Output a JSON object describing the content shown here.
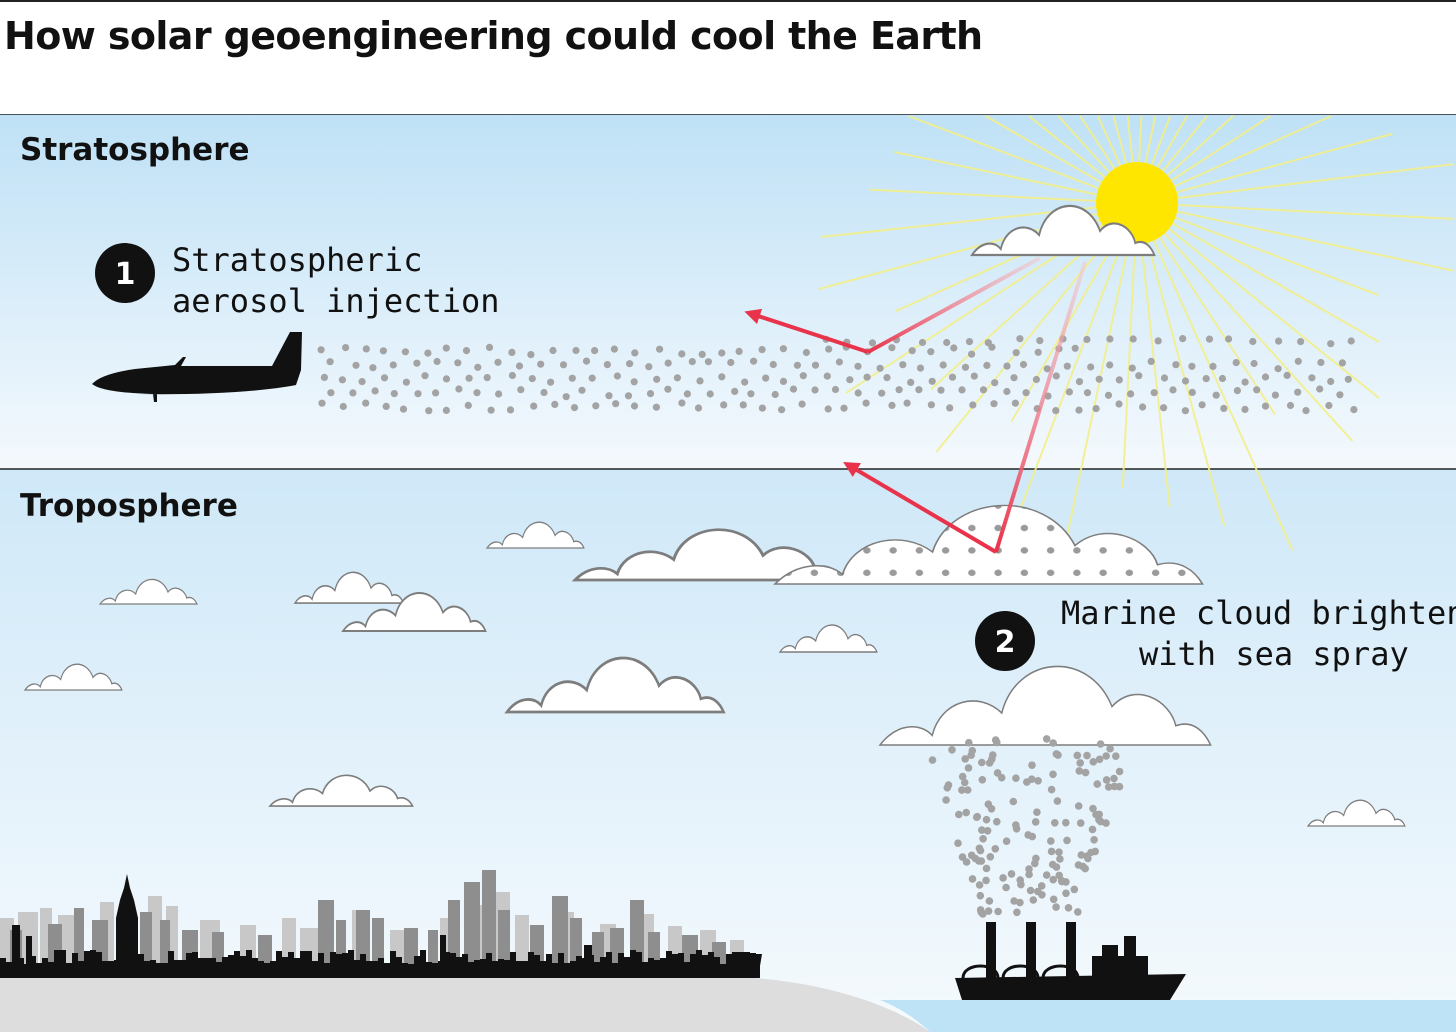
{
  "title": "How solar geoengineering could cool the Earth",
  "layers": {
    "stratosphere": "Stratosphere",
    "troposphere": "Troposphere"
  },
  "methods": [
    {
      "number": "1",
      "lines": [
        "Stratospheric",
        "aerosol injection"
      ]
    },
    {
      "number": "2",
      "lines": [
        "Marine cloud brightening",
        "with sea spray"
      ]
    }
  ],
  "colors": {
    "sky_top": "#bfe1f6",
    "sky_bottom": "#f4f9fd",
    "sun": "#ffe600",
    "sun_rays": "#f3ef8a",
    "reflection_arrow": "#e8334a",
    "aerosol_particles": "#a3a3a3",
    "silhouettes": "#111111",
    "ground": "#dddddd",
    "sea": "#bfe3f6"
  },
  "icons": [
    "airplane-icon",
    "ship-icon",
    "sun-icon",
    "cloud-icon",
    "city-skyline-icon"
  ]
}
